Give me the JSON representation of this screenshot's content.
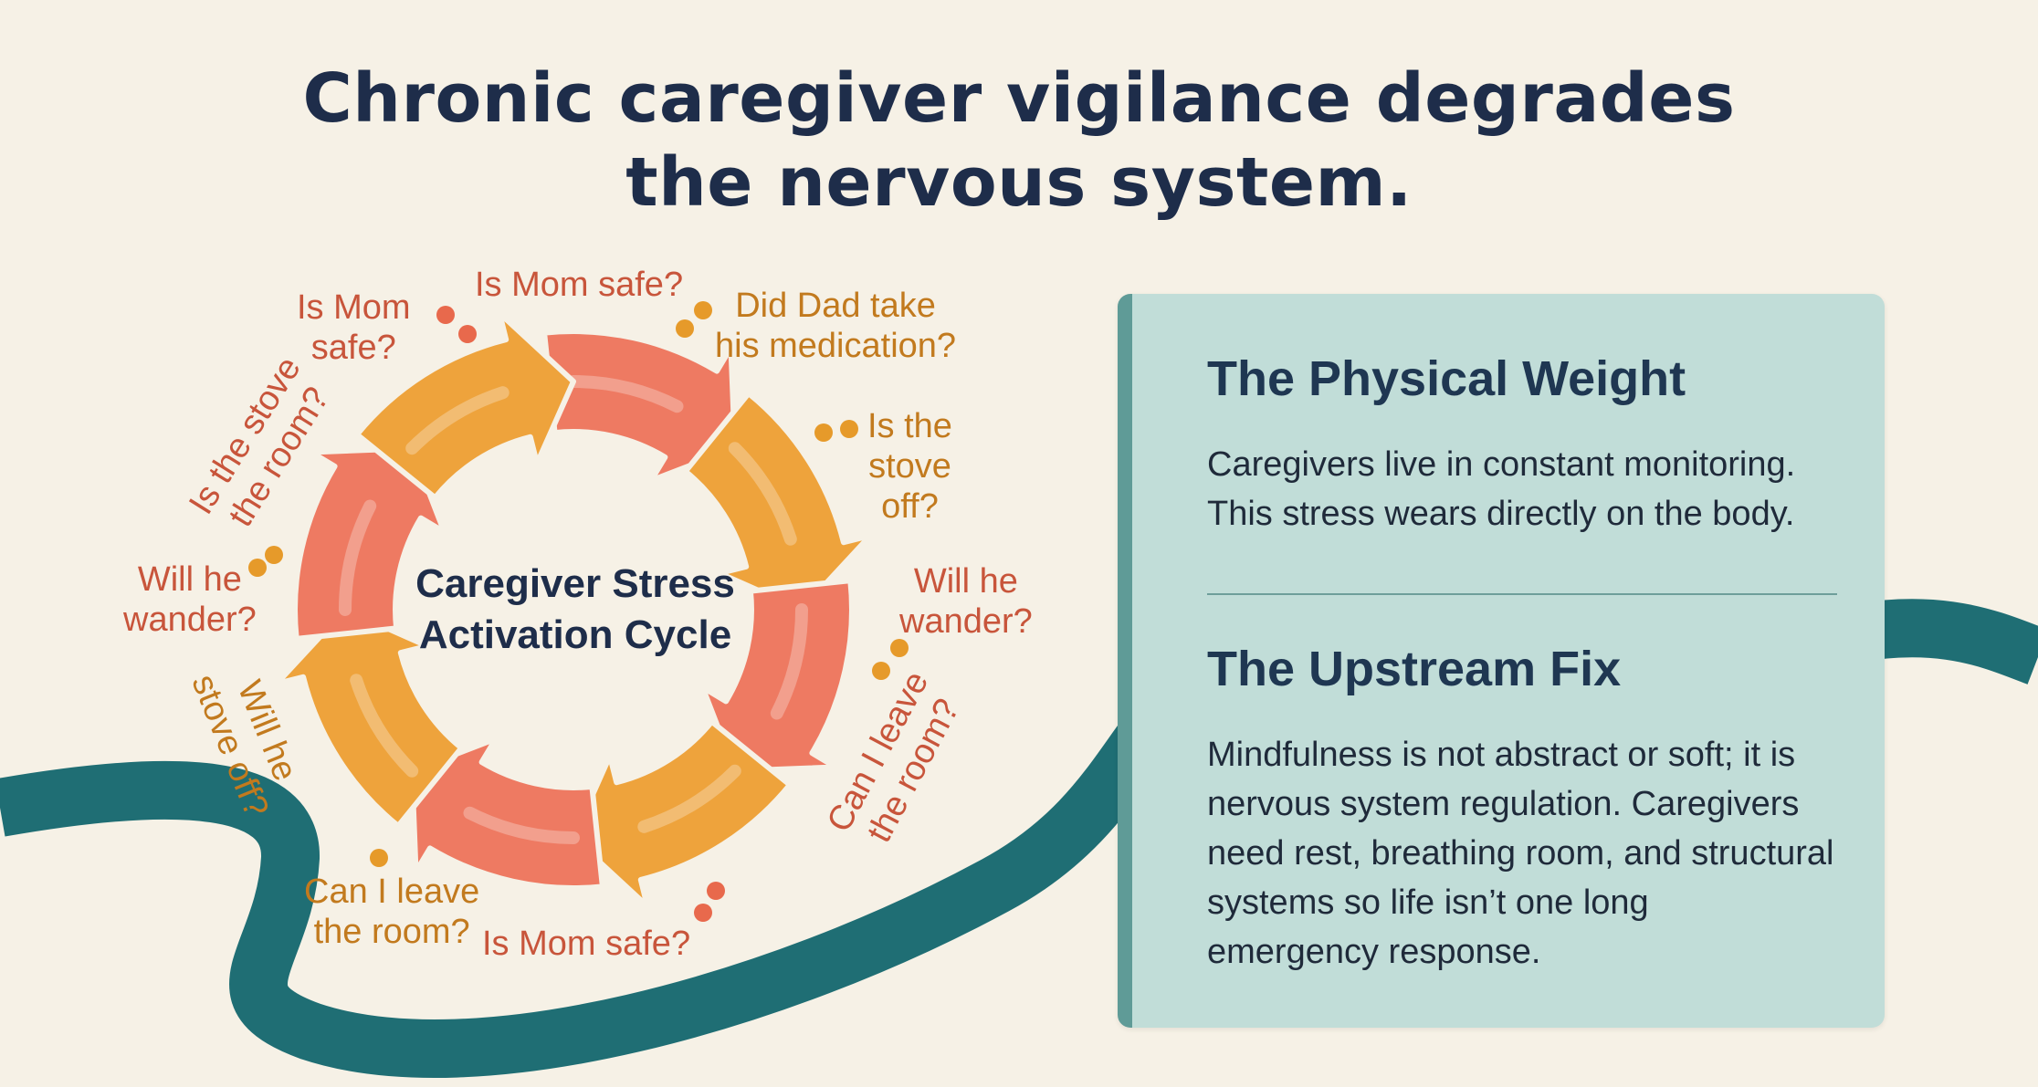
{
  "title": {
    "line1": "Chronic caregiver vigilance degrades",
    "line2": "the nervous system."
  },
  "cycle": {
    "label_line1": "Caregiver Stress",
    "label_line2": "Activation Cycle",
    "colors": {
      "coral": "#ee7a62",
      "amber": "#eea33c",
      "text_red": "#c8553b",
      "text_amber": "#c27a1e"
    }
  },
  "worries": {
    "top_left": [
      "Is Mom",
      "safe?"
    ],
    "top": "Is Mom safe?",
    "top_right": [
      "Did Dad take",
      "his medication?"
    ],
    "right_upper": [
      "Is the",
      "stove",
      "off?"
    ],
    "right_mid": [
      "Will he",
      "wander?"
    ],
    "right_lower": [
      "Can I leave",
      "the room?"
    ],
    "bottom": "Is Mom safe?",
    "bottom_left": [
      "Can I leave",
      "the room?"
    ],
    "left_lower": [
      "Will he",
      "stove off?"
    ],
    "left_mid": [
      "Will he",
      "wander?"
    ],
    "left_upper": [
      "Is the stove",
      "the room?"
    ]
  },
  "panel": {
    "heading1": "The Physical Weight",
    "body1": [
      "Caregivers live in constant monitoring.",
      "This stress wears directly on the body."
    ],
    "heading2": "The Upstream Fix",
    "body2": [
      "Mindfulness is not abstract or soft; it is",
      "nervous system regulation. Caregivers",
      "need rest, breathing room, and structural",
      "systems so life isn’t one long",
      "emergency response."
    ],
    "colors": {
      "background": "#c1ddd8",
      "accent": "#5f9b97",
      "heading": "#1f3752"
    }
  },
  "river_color": "#1f6e74"
}
